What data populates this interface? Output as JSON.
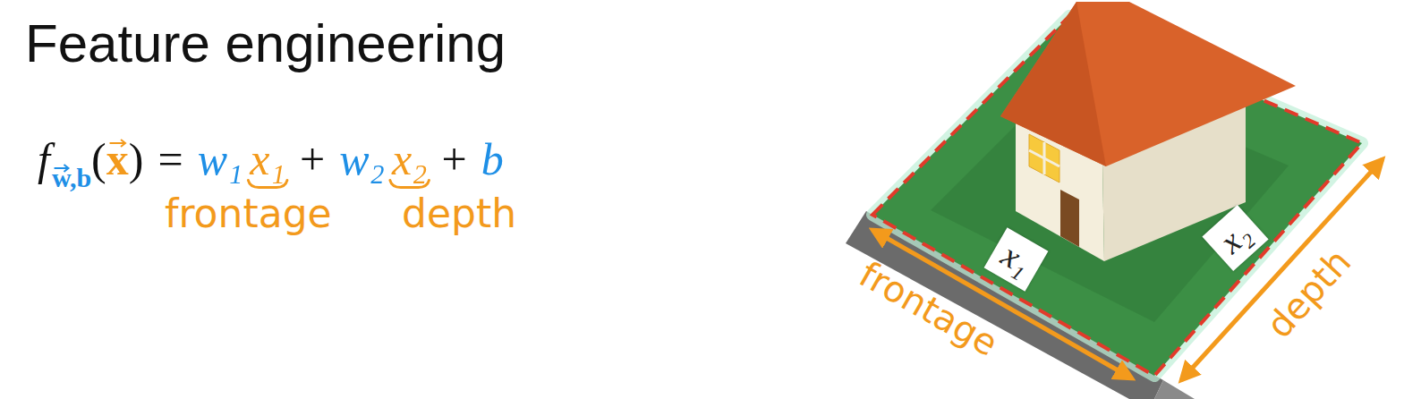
{
  "diagram": {
    "title": "Feature engineering",
    "nodes": [
      {
        "text": [
          "x₁"
        ]
      },
      {
        "text": [
          "x₂"
        ]
      }
    ],
    "labels": [
      "f",
      "w,b",
      "(",
      "x",
      ")",
      "=",
      "w₁",
      "x₁",
      "+",
      "w₂",
      "x₂",
      "+",
      "b",
      "frontage",
      "depth",
      "frontage",
      "depth"
    ]
  }
}
